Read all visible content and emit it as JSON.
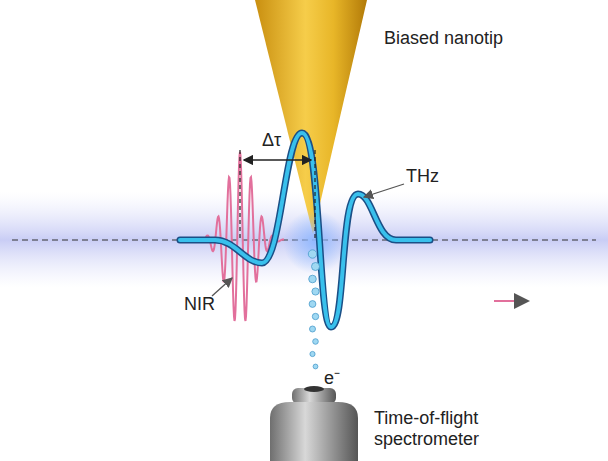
{
  "diagram": {
    "labels": [
      "Biased nanotip",
      "Δτ",
      "THz",
      "NIR",
      "e⁻",
      "Time-of-flight spectrometer"
    ]
  }
}
